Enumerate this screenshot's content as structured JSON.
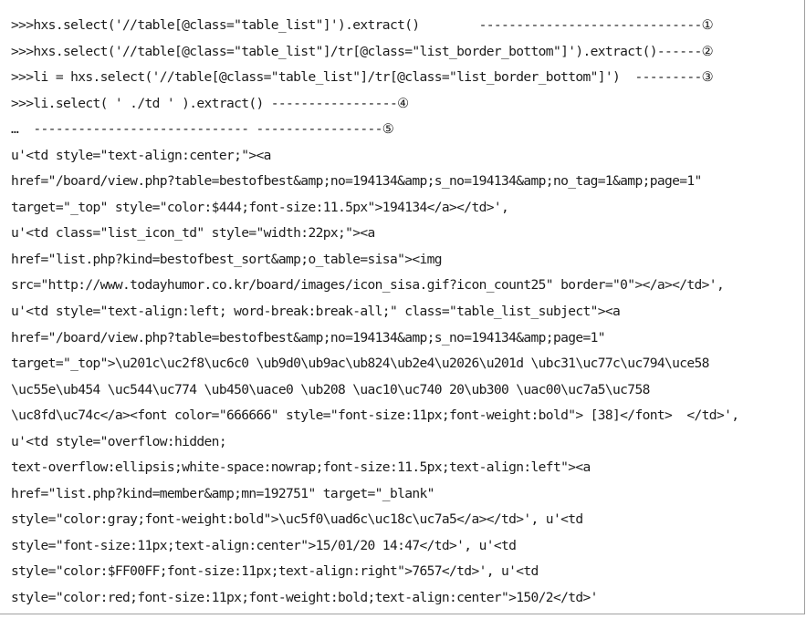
{
  "document": {
    "lines": [
      ">>>hxs.select('//table[@class=\"table_list\"]').extract()        ------------------------------①",
      ">>>hxs.select('//table[@class=\"table_list\"]/tr[@class=\"list_border_bottom\"]').extract()------②",
      ">>>li = hxs.select('//table[@class=\"table_list\"]/tr[@class=\"list_border_bottom\"]')  ---------③",
      ">>>li.select( ' ./td ' ).extract() -----------------④",
      "…  ----------------------------- -----------------⑤",
      "u'<td style=\"text-align:center;\"><a",
      "href=\"/board/view.php?table=bestofbest&amp;no=194134&amp;s_no=194134&amp;no_tag=1&amp;page=1\"",
      "target=\"_top\" style=\"color:$444;font-size:11.5px\">194134</a></td>',",
      "u'<td class=\"list_icon_td\" style=\"width:22px;\"><a",
      "href=\"list.php?kind=bestofbest_sort&amp;o_table=sisa\"><img",
      "src=\"http://www.todayhumor.co.kr/board/images/icon_sisa.gif?icon_count25\" border=\"0\"></a></td>',",
      "u'<td style=\"text-align:left; word-break:break-all;\" class=\"table_list_subject\"><a",
      "href=\"/board/view.php?table=bestofbest&amp;no=194134&amp;s_no=194134&amp;page=1\"",
      "target=\"_top\">\\u201c\\uc2f8\\uc6c0 \\ub9d0\\ub9ac\\ub824\\ub2e4\\u2026\\u201d \\ubc31\\uc77c\\uc794\\uce58",
      "\\uc55e\\ub454 \\uc544\\uc774 \\ub450\\uace0 \\ub208 \\uac10\\uc740 20\\ub300 \\uac00\\uc7a5\\uc758",
      "\\uc8fd\\uc74c</a><font color=\"666666\" style=\"font-size:11px;font-weight:bold\"> [38]</font>  </td>',",
      "u'<td style=\"overflow:hidden;",
      "text-overflow:ellipsis;white-space:nowrap;font-size:11.5px;text-align:left\"><a",
      "href=\"list.php?kind=member&amp;mn=192751\" target=\"_blank\"",
      "style=\"color:gray;font-weight:bold\">\\uc5f0\\uad6c\\uc18c\\uc7a5</a></td>', u'<td",
      "style=\"font-size:11px;text-align:center\">15/01/20 14:47</td>', u'<td",
      "style=\"color:$FF00FF;font-size:11px;text-align:right\">7657</td>', u'<td",
      "style=\"color:red;font-size:11px;font-weight:bold;text-align:center\">150/2</td>'"
    ]
  }
}
